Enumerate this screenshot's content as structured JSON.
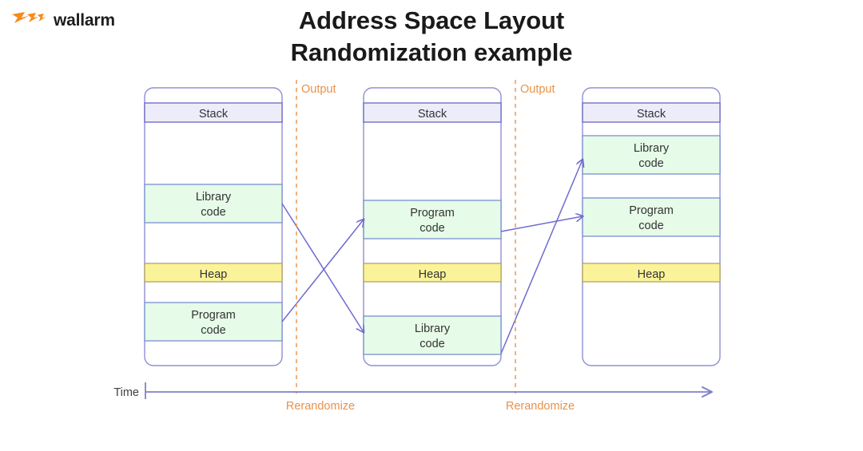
{
  "brand": {
    "name": "wallarm",
    "logo_icon": "wallarm-bolt-logo",
    "logo_color": "#f68b1e"
  },
  "title": {
    "line1": "Address Space Layout",
    "line2": "Randomization example"
  },
  "colors": {
    "stack_fill": "#ededf9",
    "stack_stroke": "#6b63c4",
    "code_fill": "#e6fbe8",
    "code_stroke": "#7a8fd0",
    "heap_fill": "#fbf39a",
    "heap_stroke": "#b2a45c",
    "box_stroke": "#8f8fd4",
    "arrow": "#6f6bd0",
    "axis": "#8080c8",
    "marker": "#e8924a",
    "band_text": "#333333"
  },
  "diagram": {
    "snapshots": [
      {
        "id": "snapshot-1",
        "bands": [
          {
            "label": "Stack",
            "kind": "stack"
          },
          {
            "label": "Library code",
            "kind": "code"
          },
          {
            "label": "Heap",
            "kind": "heap"
          },
          {
            "label": "Program code",
            "kind": "code"
          }
        ]
      },
      {
        "id": "snapshot-2",
        "bands": [
          {
            "label": "Stack",
            "kind": "stack"
          },
          {
            "label": "Program code",
            "kind": "code"
          },
          {
            "label": "Heap",
            "kind": "heap"
          },
          {
            "label": "Library code",
            "kind": "code"
          }
        ]
      },
      {
        "id": "snapshot-3",
        "bands": [
          {
            "label": "Stack",
            "kind": "stack"
          },
          {
            "label": "Library code",
            "kind": "code"
          },
          {
            "label": "Program code",
            "kind": "code"
          },
          {
            "label": "Heap",
            "kind": "heap"
          }
        ]
      }
    ],
    "markers": [
      {
        "top_label": "Output",
        "bottom_label": "Rerandomize"
      },
      {
        "top_label": "Output",
        "bottom_label": "Rerandomize"
      }
    ],
    "axis": {
      "label": "Time",
      "direction": "right"
    }
  }
}
